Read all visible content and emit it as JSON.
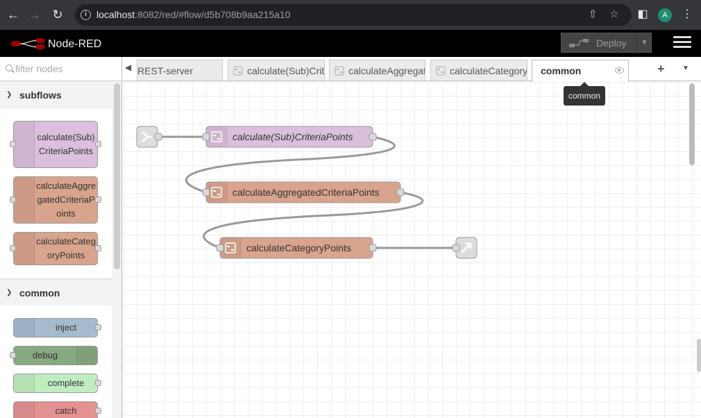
{
  "browser": {
    "url_host": "localhost",
    "url_rest": ":8082/red/#flow/d5b708b9aa215a10",
    "avatar_letter": "A"
  },
  "header": {
    "title": "Node-RED",
    "deploy_label": "Deploy"
  },
  "palette": {
    "search_placeholder": "filter nodes",
    "categories": [
      {
        "label": "subflows",
        "nodes": [
          {
            "label": "calculate(Sub)CriteriaPoints",
            "color": "#dcbfdc"
          },
          {
            "label": "calculateAggregatedCriteriaPoints",
            "color": "#d8a48d"
          },
          {
            "label": "calculateCategoryPoints",
            "color": "#d8a48d"
          }
        ]
      },
      {
        "label": "common",
        "nodes": [
          {
            "label": "inject",
            "color": "#a6bbcf"
          },
          {
            "label": "debug",
            "color": "#87a980"
          },
          {
            "label": "complete",
            "color": "#c0edc0"
          },
          {
            "label": "catch",
            "color": "#e49191"
          }
        ]
      }
    ]
  },
  "tabs": [
    {
      "label": "REST-server",
      "active": false
    },
    {
      "label": "calculate(Sub)Criteria",
      "active": false
    },
    {
      "label": "calculateAggregatedCriteria",
      "active": false
    },
    {
      "label": "calculateCategoryPoints",
      "active": false
    },
    {
      "label": "common",
      "active": true
    }
  ],
  "tooltip": "common",
  "flow": {
    "nodes": [
      {
        "label": "calculate(Sub)CriteriaPoints",
        "color": "#dcbfdc",
        "italic": true
      },
      {
        "label": "calculateAggregatedCriteriaPoints",
        "color": "#d8a48d",
        "italic": false
      },
      {
        "label": "calculateCategoryPoints",
        "color": "#d8a48d",
        "italic": false
      }
    ]
  },
  "colors": {
    "header_bg": "#000000",
    "chrome_bg": "#35363a",
    "subflow_purple": "#dcbfdc",
    "subflow_orange": "#d8a48d"
  }
}
